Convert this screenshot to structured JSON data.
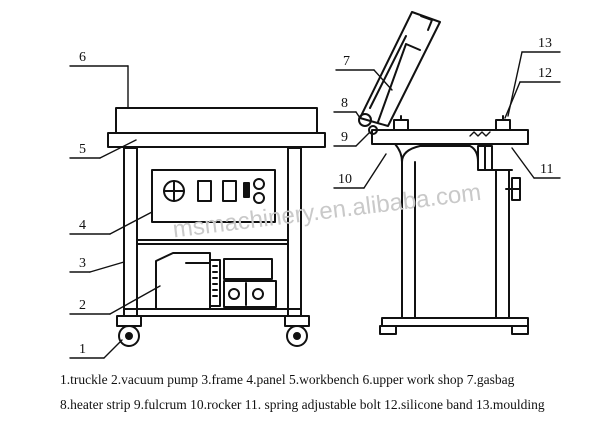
{
  "watermark": "msmachinery.en.alibaba.com",
  "labels": {
    "n1": "1",
    "n2": "2",
    "n3": "3",
    "n4": "4",
    "n5": "5",
    "n6": "6",
    "n7": "7",
    "n8": "8",
    "n9": "9",
    "n10": "10",
    "n11": "11",
    "n12": "12",
    "n13": "13"
  },
  "caption": {
    "line1": "1.truckle 2.vacuum pump 3.frame 4.panel 5.workbench 6.upper work shop 7.gasbag",
    "line2": "8.heater strip 9.fulcrum 10.rocker 11. spring adjustable bolt 12.silicone band 13.moulding"
  }
}
